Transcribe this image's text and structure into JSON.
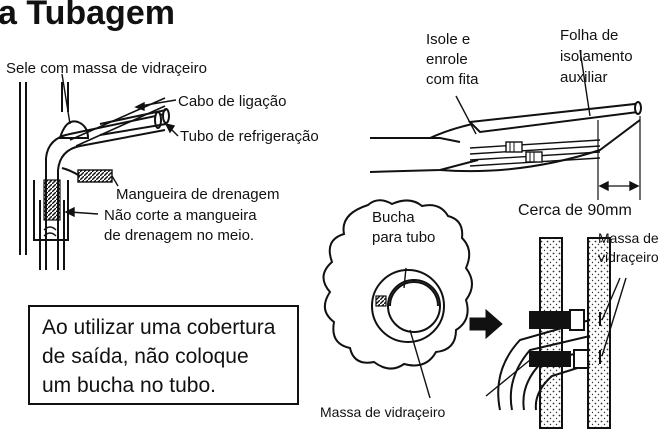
{
  "title": "a Tubagem",
  "labels": {
    "sele_massa": "Sele com massa de vidraçeiro",
    "cabo_ligacao": "Cabo de ligação",
    "tubo_refrigeracao": "Tubo de refrigeração",
    "mangueira_drenagem": "Mangueira de drenagem",
    "nao_corte_1": "Não corte a mangueira",
    "nao_corte_2": "de drenagem no meio.",
    "isole_1": "Isole e",
    "isole_2": "enrole",
    "isole_3": "com fita",
    "folha_1": "Folha de",
    "folha_2": "isolamento",
    "folha_3": "auxiliar",
    "cerca": "Cerca de 90mm",
    "bucha_1": "Bucha",
    "bucha_2": "para tubo",
    "massa_1": "Massa de",
    "massa_2": "vidraçeiro",
    "massa_bottom": "Massa de vidraçeiro"
  },
  "note": {
    "line1": "Ao utilizar uma cobertura",
    "line2": "de saída, não coloque",
    "line3": "um bucha no tubo."
  }
}
